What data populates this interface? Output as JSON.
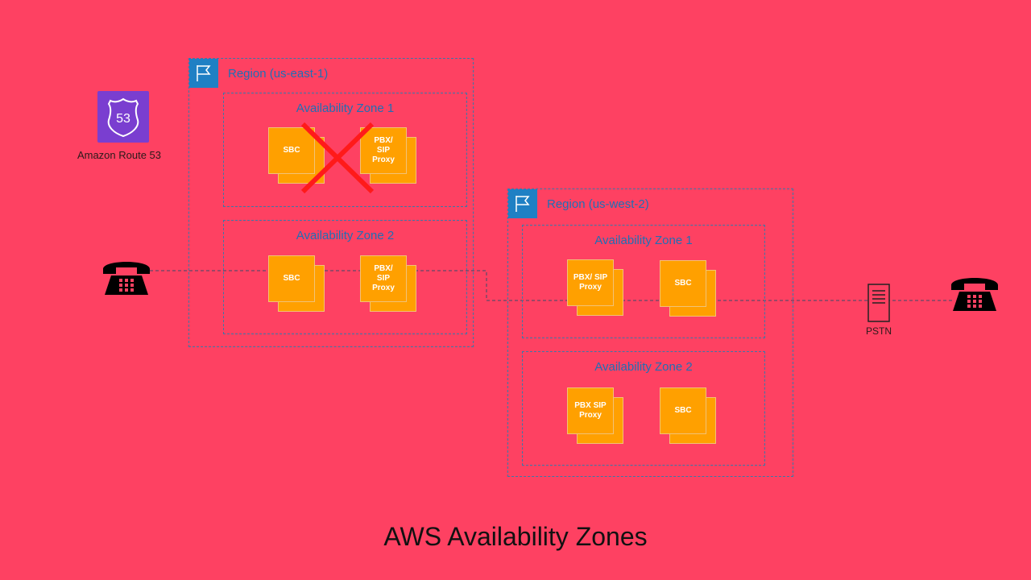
{
  "route53": {
    "label": "Amazon Route 53",
    "badge": "53",
    "icon": "route53-shield-icon"
  },
  "region_east": {
    "label": "Region (us-east-1)",
    "az1": {
      "label": "Availability Zone 1",
      "sbc": "SBC",
      "pbx": "PBX/\nSIP\nProxy",
      "failed": true
    },
    "az2": {
      "label": "Availability Zone 2",
      "sbc": "SBC",
      "pbx": "PBX/\nSIP\nProxy"
    }
  },
  "region_west": {
    "label": "Region (us-west-2)",
    "az1": {
      "label": "Availability Zone 1",
      "pbx": "PBX/ SIP\nProxy",
      "sbc": "SBC"
    },
    "az2": {
      "label": "Availability Zone 2",
      "pbx": "PBX SIP\nProxy",
      "sbc": "SBC"
    }
  },
  "pstn": {
    "label": "PSTN"
  },
  "colors": {
    "background": "#fe4162",
    "node": "#ffa000",
    "region_flag": "#1f80c4",
    "label": "#1f6fb5",
    "route53": "#7a3ed0",
    "failure_cross": "#ff1a1a"
  },
  "title": "AWS Availability Zones"
}
